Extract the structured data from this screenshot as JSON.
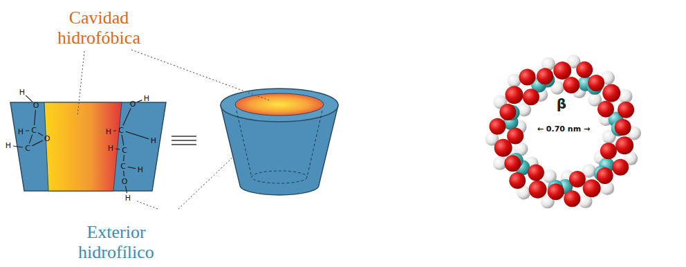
{
  "diagram": {
    "labels": [
      "H",
      "O",
      "H",
      "C",
      "O",
      "H",
      "C",
      "O",
      "H",
      "H",
      "C",
      "H",
      "H",
      "C",
      "C",
      "H",
      "O",
      "H",
      "Cavidad hidrofóbica",
      "Exterior hidrofílico",
      "β",
      "← 0.70 nm →"
    ]
  }
}
